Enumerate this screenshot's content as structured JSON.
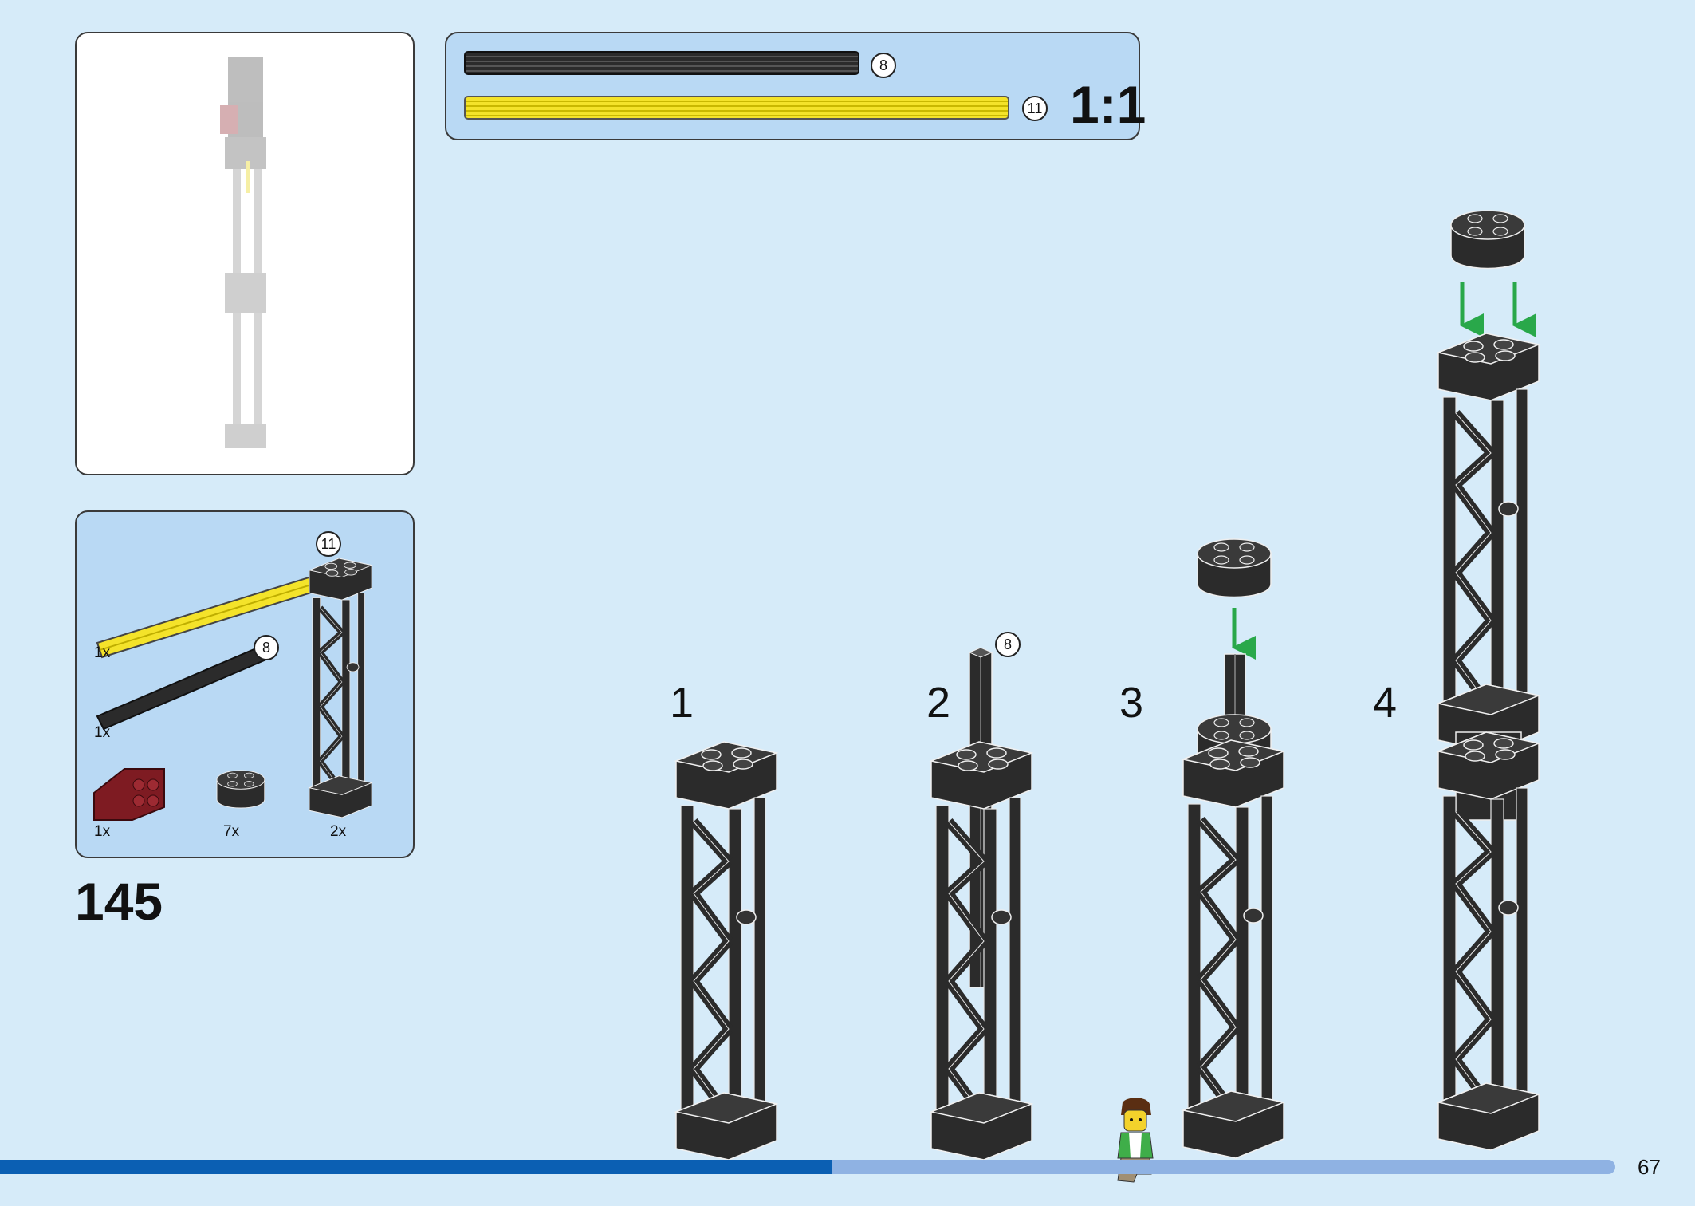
{
  "ruler": {
    "rods": [
      {
        "length_badge": "8",
        "color": "#2b2b2b"
      },
      {
        "length_badge": "11",
        "color": "#f4e32a"
      }
    ],
    "scale": "1:1"
  },
  "parts": {
    "items": [
      {
        "name": "yellow-axle-11",
        "qty": "1x",
        "length_badge": "11"
      },
      {
        "name": "black-axle-8",
        "qty": "1x",
        "length_badge": "8"
      },
      {
        "name": "dark-red-bracket",
        "qty": "1x"
      },
      {
        "name": "black-round-brick-2x2",
        "qty": "7x"
      },
      {
        "name": "black-lattice-support",
        "qty": "2x"
      }
    ]
  },
  "step": {
    "number": "145",
    "sub_steps": [
      "1",
      "2",
      "3",
      "4"
    ],
    "step2_badge": "8"
  },
  "footer": {
    "page_number": "67",
    "progress": 0.515,
    "colors": {
      "progress_fill": "#0b5fb3",
      "progress_track": "#8fb2e3"
    }
  },
  "colors": {
    "background": "#d6ebf9",
    "callout": "#b9d9f4",
    "brick_black": "#2b2b2b",
    "arrow_green": "#29a84a",
    "axle_yellow": "#f4e32a",
    "bracket_red": "#7e1b22"
  }
}
